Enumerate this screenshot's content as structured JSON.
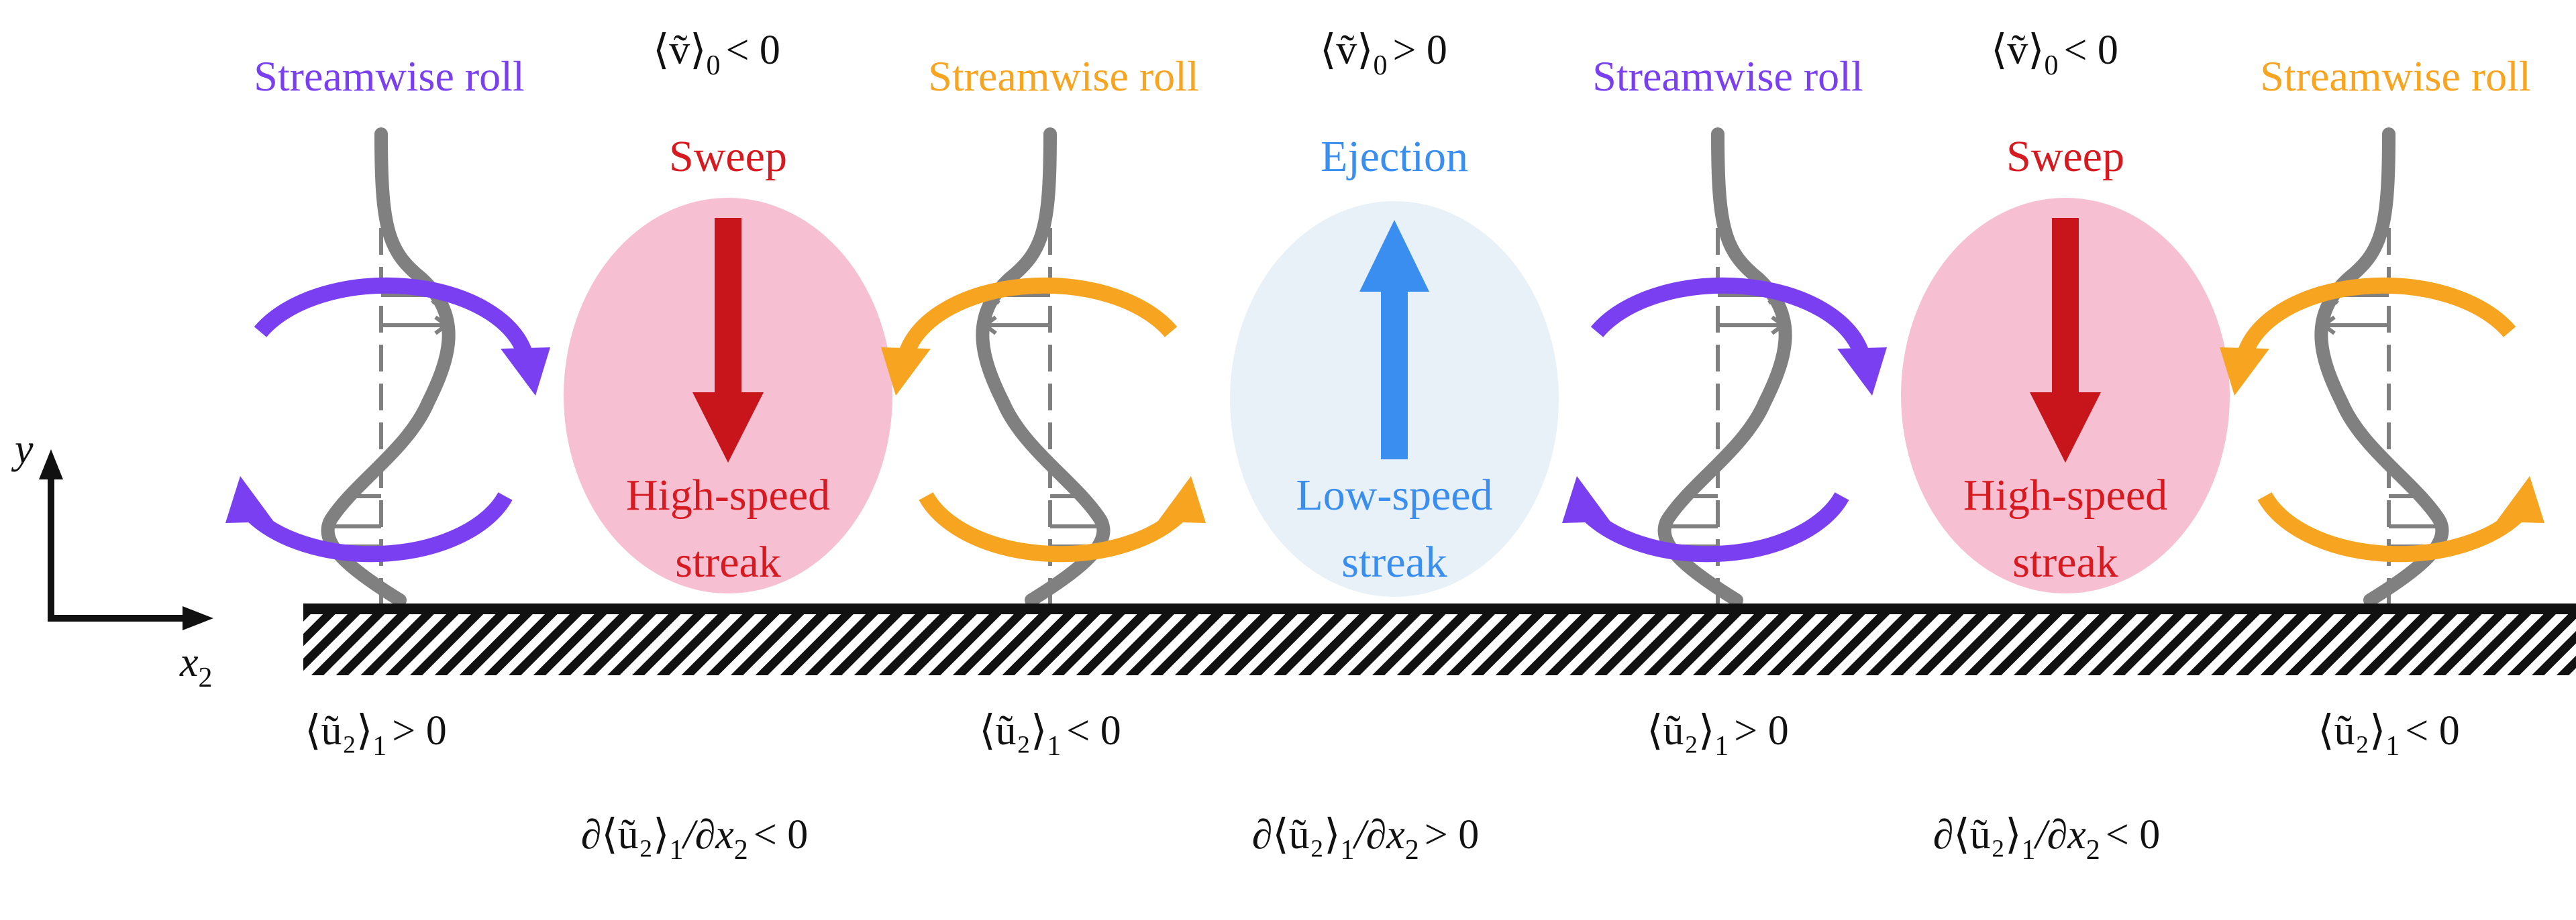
{
  "roll_labels": [
    "Streamwise roll",
    "Streamwise roll",
    "Streamwise roll",
    "Streamwise roll"
  ],
  "roll_colors": [
    "#7b3ff2",
    "#f7a520",
    "#7b3ff2",
    "#f7a520"
  ],
  "roll_directions": [
    "clockwise",
    "counter-clockwise",
    "clockwise",
    "counter-clockwise"
  ],
  "v_conditions": [
    {
      "lhs": "⟨ṽ⟩",
      "sub": "0",
      "op": "< 0"
    },
    {
      "lhs": "⟨ṽ⟩",
      "sub": "0",
      "op": "> 0"
    },
    {
      "lhs": "⟨ṽ⟩",
      "sub": "0",
      "op": "< 0"
    }
  ],
  "regions": [
    {
      "event": "Sweep",
      "streak_line1": "High-speed",
      "streak_line2": "streak",
      "direction": "down",
      "event_color": "#d71920",
      "fill": "#f7bfd2",
      "arrow_color": "#c8141b"
    },
    {
      "event": "Ejection",
      "streak_line1": "Low-speed",
      "streak_line2": "streak",
      "direction": "up",
      "event_color": "#3a8eef",
      "fill": "#e8f1f8",
      "arrow_color": "#3a8eef"
    },
    {
      "event": "Sweep",
      "streak_line1": "High-speed",
      "streak_line2": "streak",
      "direction": "down",
      "event_color": "#d71920",
      "fill": "#f7bfd2",
      "arrow_color": "#c8141b"
    }
  ],
  "u_conditions": [
    {
      "lhs": "⟨ũ₂⟩",
      "sub": "1",
      "op": "> 0"
    },
    {
      "lhs": "⟨ũ₂⟩",
      "sub": "1",
      "op": "< 0"
    },
    {
      "lhs": "⟨ũ₂⟩",
      "sub": "1",
      "op": "> 0"
    },
    {
      "lhs": "⟨ũ₂⟩",
      "sub": "1",
      "op": "< 0"
    }
  ],
  "gradient_conditions": [
    {
      "lhs": "∂⟨ũ₂⟩",
      "sub": "1",
      "mid": "/∂x",
      "sub2": "2",
      "op": "< 0"
    },
    {
      "lhs": "∂⟨ũ₂⟩",
      "sub": "1",
      "mid": "/∂x",
      "sub2": "2",
      "op": "> 0"
    },
    {
      "lhs": "∂⟨ũ₂⟩",
      "sub": "1",
      "mid": "/∂x",
      "sub2": "2",
      "op": "< 0"
    }
  ],
  "axes": {
    "y_label": "y",
    "x_label": "x",
    "x_sub": "2"
  },
  "colors": {
    "profile": "#808080",
    "wall": "#111111",
    "text": "#111111"
  }
}
